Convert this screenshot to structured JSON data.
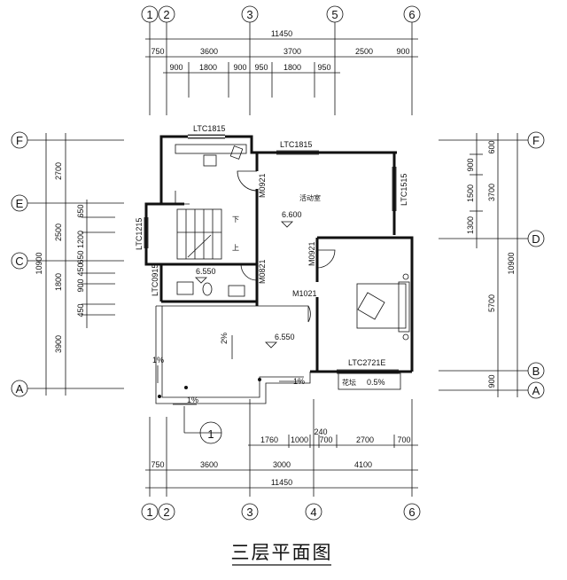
{
  "title": "三层平面图",
  "axes": {
    "top": [
      "1",
      "2",
      "3",
      "5",
      "6"
    ],
    "bottom": [
      "1",
      "2",
      "3",
      "4",
      "6"
    ],
    "left": [
      "F",
      "E",
      "C",
      "A"
    ],
    "right": [
      "F",
      "D",
      "B",
      "A"
    ],
    "detail": "1"
  },
  "dims": {
    "top_total": "11450",
    "top_mid": [
      "750",
      "3600",
      "3700",
      "2500",
      "900"
    ],
    "top_low": [
      "900",
      "1800",
      "900",
      "950",
      "1800",
      "950"
    ],
    "bottom_upper": [
      "1760",
      "1000",
      "700",
      "2700",
      "700"
    ],
    "bottom_240": "240",
    "bottom_mid": [
      "750",
      "3600",
      "3000",
      "4100"
    ],
    "bottom_total": "11450",
    "left_total": "10900",
    "left_outer": [
      "2700",
      "2500",
      "1800",
      "3900"
    ],
    "left_inner": [
      "650",
      "1200",
      "650",
      "450",
      "900",
      "450"
    ],
    "right_total": "10900",
    "right_outer": [
      "3700",
      "5700",
      "900"
    ],
    "right_inner": [
      "600",
      "900",
      "1500",
      "1300"
    ]
  },
  "labels": {
    "ltc1815_a": "LTC1815",
    "ltc1815_b": "LTC1815",
    "ltc1515": "LTC1515",
    "ltc1215": "LTC1215",
    "ltc0915": "LTC0915",
    "ltc2721e": "LTC2721E",
    "m0921_a": "M0921",
    "m0921_b": "M0921",
    "m0821": "M0821",
    "m1021": "M1021",
    "room": "活动室",
    "level_a": "6.600",
    "level_b": "6.550",
    "level_c": "6.550",
    "down": "下",
    "up": "上",
    "slope_a": "2%",
    "slope_b": "1%",
    "slope_c": "1%",
    "slope_d": "1%",
    "planter": "花坛",
    "slope_e": "0.5%"
  }
}
